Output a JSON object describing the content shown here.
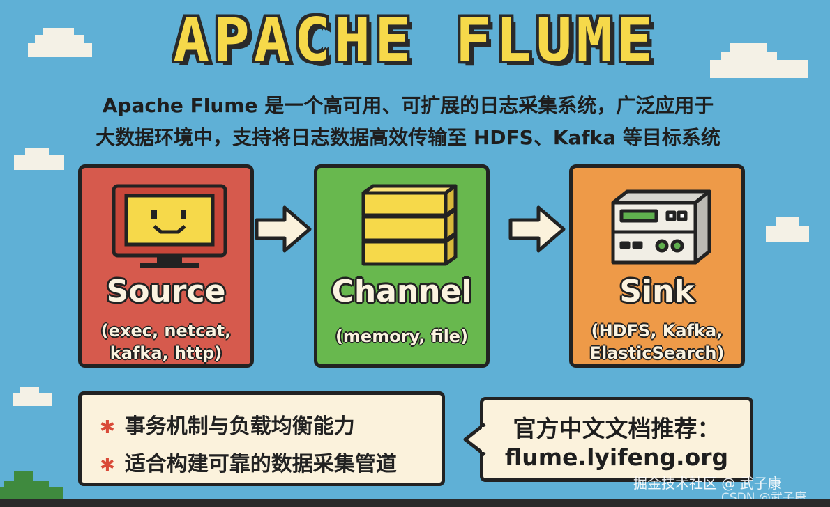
{
  "title": "APACHE FLUME",
  "description": {
    "line1": "Apache Flume 是一个高可用、可扩展的日志采集系统，广泛应用于",
    "line2": "大数据环境中，支持将日志数据高效传输至 HDFS、Kafka 等目标系统"
  },
  "components": [
    {
      "name": "Source",
      "sub1": "(exec, netcat,",
      "sub2": "kafka, http)",
      "color": "#d65a4d",
      "icon": "monitor-icon"
    },
    {
      "name": "Channel",
      "sub1": "(memory, file)",
      "sub2": "",
      "color": "#68b84e",
      "icon": "stacked-layers-icon"
    },
    {
      "name": "Sink",
      "sub1": "(HDFS, Kafka,",
      "sub2": "ElasticSearch)",
      "color": "#ee9a48",
      "icon": "server-icon"
    }
  ],
  "features": [
    "事务机制与负载均衡能力",
    "适合构建可靠的数据采集管道"
  ],
  "docs": {
    "label": "官方中文文档推荐：",
    "url": "flume.lyifeng.org"
  },
  "watermarks": {
    "juejin": "掘金技术社区 @ 武子康",
    "csdn": "CSDN @武子康"
  },
  "colors": {
    "background": "#5fb0d6",
    "title": "#f6d94a",
    "outline": "#222222",
    "panel": "#fbf2dc",
    "star": "#d94a38"
  }
}
